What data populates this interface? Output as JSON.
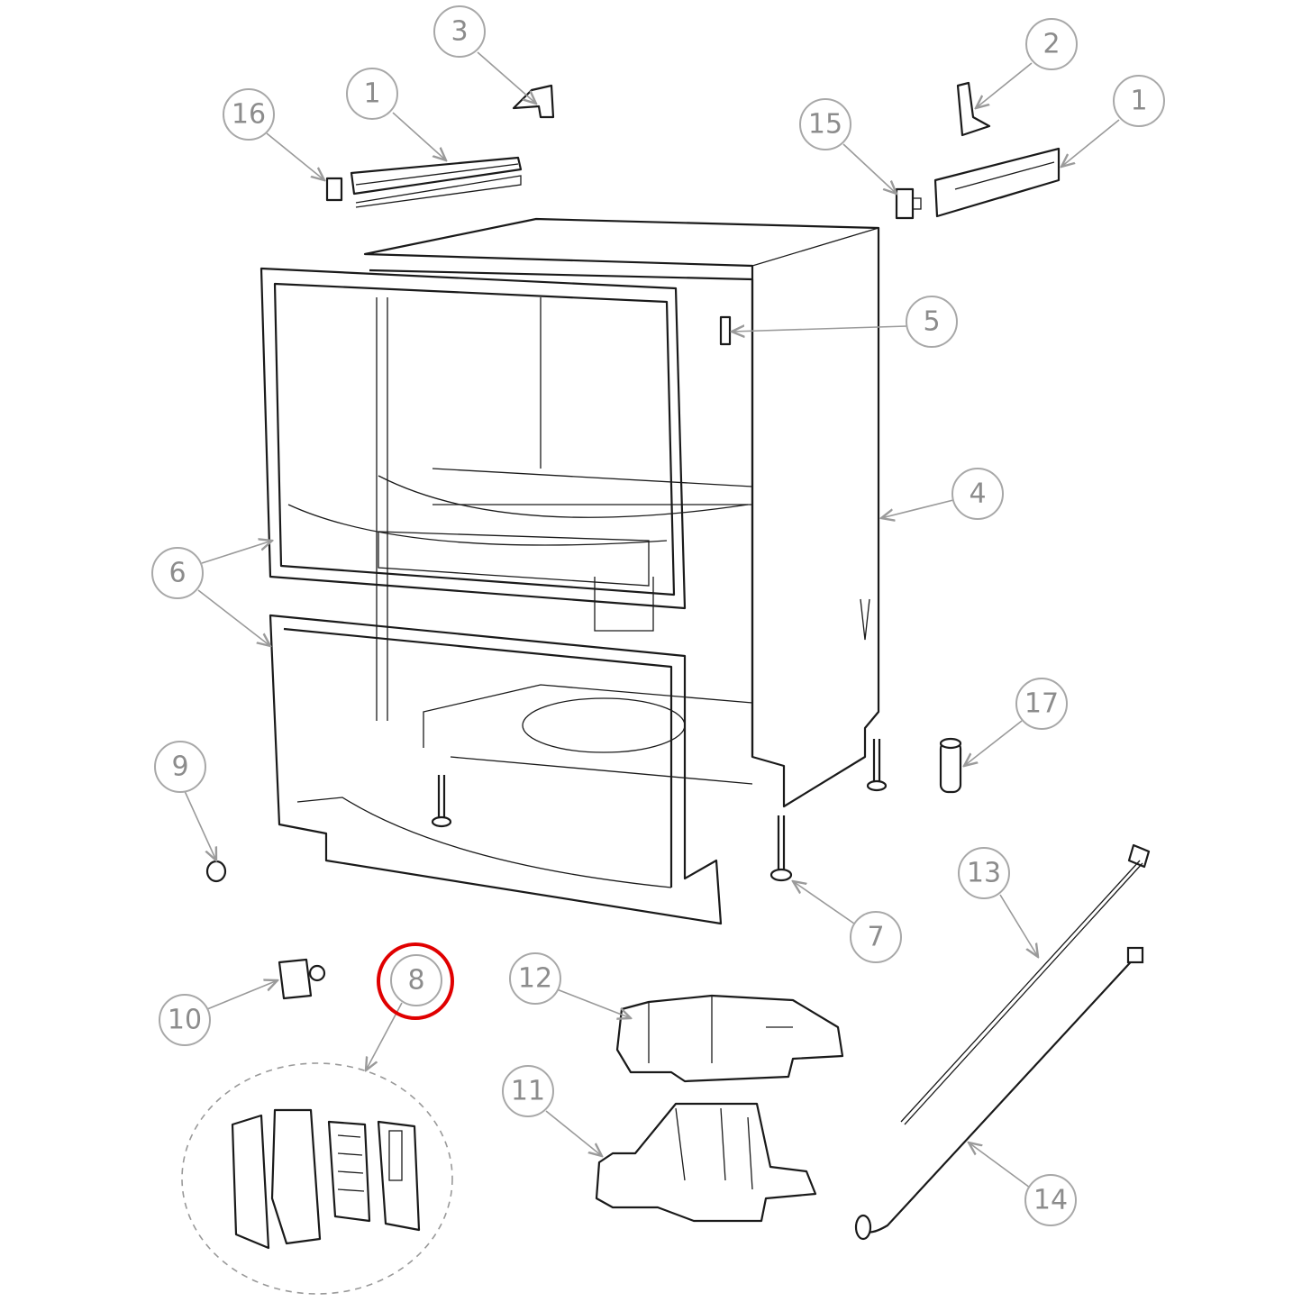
{
  "diagram": {
    "type": "exploded-parts-diagram",
    "highlight_color": "#e00000",
    "highlighted_callout": "8",
    "callouts": {
      "c3": "3",
      "c2": "2",
      "c1a": "1",
      "c1b": "1",
      "c16": "16",
      "c15": "15",
      "c5": "5",
      "c4": "4",
      "c6": "6",
      "c17": "17",
      "c9": "9",
      "c13": "13",
      "c7": "7",
      "c12": "12",
      "c8": "8",
      "c10": "10",
      "c11": "11",
      "c14": "14"
    }
  }
}
